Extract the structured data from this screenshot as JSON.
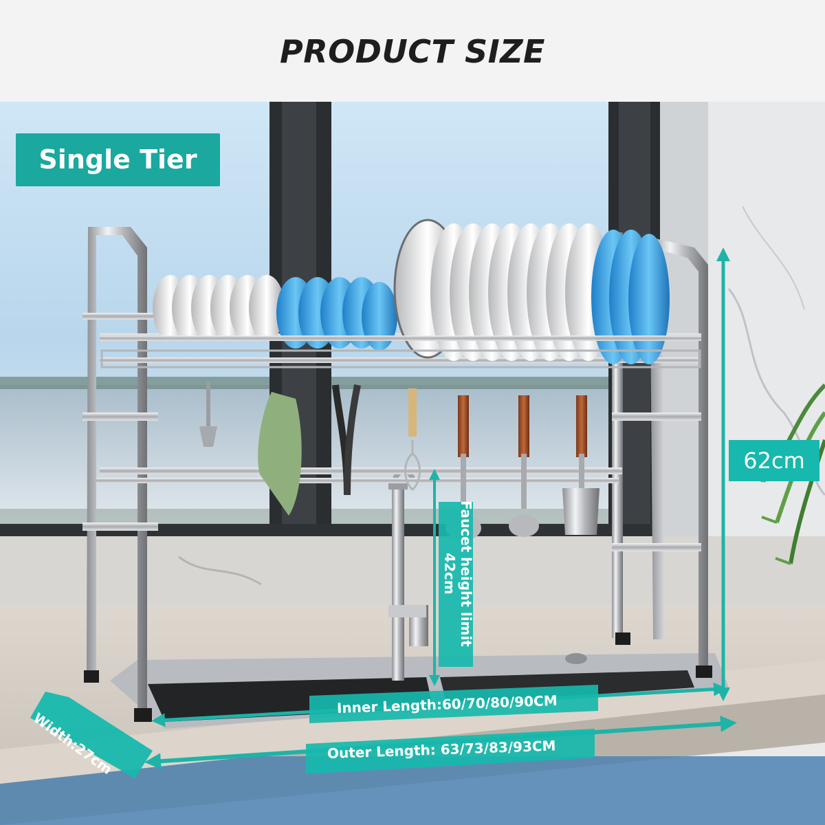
{
  "title": "PRODUCT SIZE",
  "badge": "Single Tier",
  "dimensions": {
    "height": "62cm",
    "faucet_limit_line1": "Faucet height limit",
    "faucet_limit_line2": "42cm",
    "width": "Width:27cm",
    "inner_length": "Inner Length:60/70/80/90CM",
    "outer_length": "Outer Length: 63/73/83/93CM"
  },
  "colors": {
    "accent": "#1aa89f",
    "accent_light": "#17b8ad"
  }
}
